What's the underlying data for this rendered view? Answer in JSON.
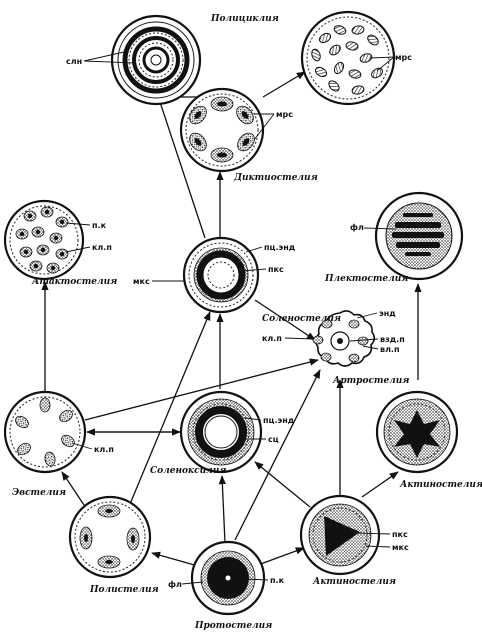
{
  "titles": {
    "polycyclia": "Полициклия",
    "dictyostelia": "Диктиостелия",
    "atactostelia": "Атактостелия",
    "plectostelia": "Плектостелия",
    "solenostelia_top": "Соленостелия",
    "arthrostelia": "Артростелия",
    "eustelia": "Эвстелия",
    "solenoxylia": "Соленоксилия",
    "actinostelia_right": "Актиностелия",
    "polystelia": "Полистелия",
    "actinostelia_bottom": "Актиностелия",
    "protostelia": "Протостелия"
  },
  "labels": {
    "sln": "слн",
    "mrs_top": "мрс",
    "mrs_mid": "мрс",
    "pk_atacto": "п.к",
    "klp_atacto": "кл.п",
    "mks_center": "мкс",
    "pcend_center": "пц.энд",
    "pks_center": "пкс",
    "fl_plecto": "фл",
    "end_sol": "энд",
    "klp_sol": "кл.п",
    "vzdp_sol": "взд.п",
    "vlp_sol": "вл.п",
    "pcend_solenox": "пц.энд",
    "sc_solenox": "сц",
    "klp_eu": "кл.п",
    "pks_actino": "пкс",
    "mks_actino": "мкс",
    "fl_proto": "фл",
    "pk_proto": "п.к"
  }
}
